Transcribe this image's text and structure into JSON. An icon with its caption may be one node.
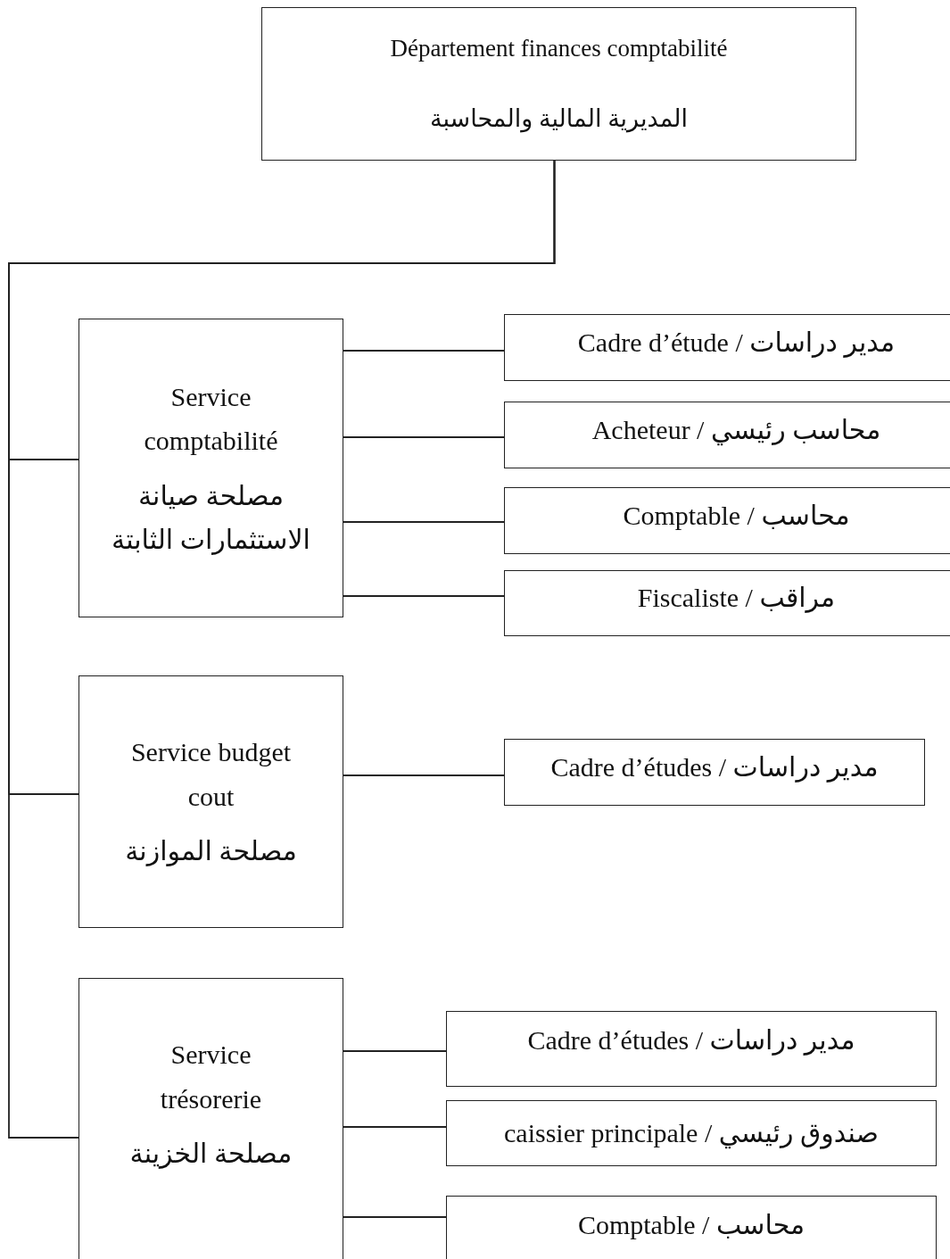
{
  "diagram": {
    "nodes": [
      {
        "text": [
          "Département finances comptabilité",
          "المديرية المالية والمحاسبة"
        ]
      },
      {
        "text": [
          "Service comptabilité",
          "مصلحة صيانة الاستثمارات الثابتة"
        ]
      },
      {
        "text": [
          "Service budget cout",
          "مصلحة الموازنة"
        ]
      },
      {
        "text": [
          "Service trésorerie",
          "مصلحة الخزينة"
        ]
      },
      {
        "text": [
          "Cadre d’étude / مدير دراسات"
        ]
      },
      {
        "text": [
          "Acheteur / محاسب رئيسي"
        ]
      },
      {
        "text": [
          "Comptable / محاسب"
        ]
      },
      {
        "text": [
          "Fiscaliste / مراقب"
        ]
      },
      {
        "text": [
          "Cadre d’études / مدير دراسات"
        ]
      },
      {
        "text": [
          "Cadre d’études / مدير دراسات"
        ]
      },
      {
        "text": [
          "caissier principale / صندوق رئيسي"
        ]
      },
      {
        "text": [
          "Comptable / محاسب"
        ]
      }
    ],
    "edges": [
      {
        "from": 0,
        "to": 1,
        "arrow": "none"
      },
      {
        "from": 0,
        "to": 2,
        "arrow": "none"
      },
      {
        "from": 0,
        "to": 3,
        "arrow": "none"
      },
      {
        "from": 1,
        "to": 4,
        "arrow": "none"
      },
      {
        "from": 1,
        "to": 5,
        "arrow": "none"
      },
      {
        "from": 1,
        "to": 6,
        "arrow": "none"
      },
      {
        "from": 1,
        "to": 7,
        "arrow": "none"
      },
      {
        "from": 2,
        "to": 8,
        "arrow": "none"
      },
      {
        "from": 3,
        "to": 9,
        "arrow": "none"
      },
      {
        "from": 3,
        "to": 10,
        "arrow": "none"
      },
      {
        "from": 3,
        "to": 11,
        "arrow": "none"
      }
    ]
  }
}
